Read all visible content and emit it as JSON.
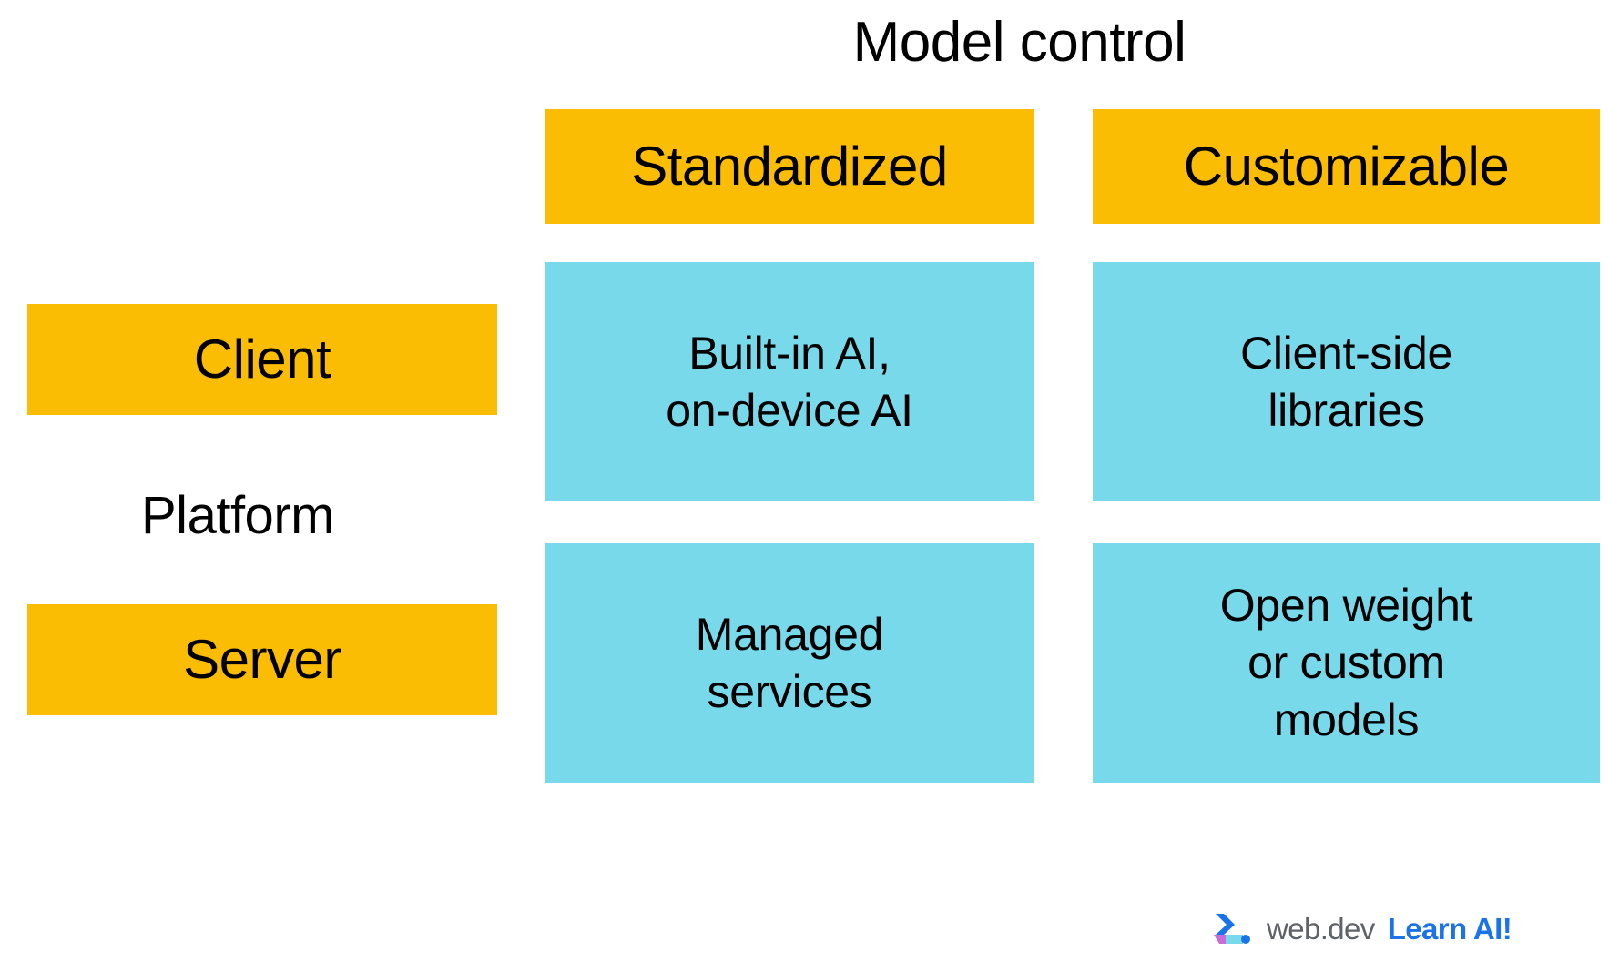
{
  "title": "Model control",
  "axis": {
    "row_axis_label": "Platform",
    "column_axis_label": "Model control"
  },
  "colors": {
    "header_yellow": "#FBBC04",
    "cell_cyan": "#78D9EA",
    "text_black": "#000000",
    "brand_gray": "#5F6368",
    "brand_blue": "#1A73E8",
    "logo_blue": "#1A73E8",
    "logo_purple": "#C86DD7",
    "logo_light_blue": "#78D9EA",
    "background": "#FFFFFF"
  },
  "columns": [
    {
      "label": "Standardized"
    },
    {
      "label": "Customizable"
    }
  ],
  "rows": [
    {
      "label": "Client"
    },
    {
      "label": "Server"
    }
  ],
  "matrix": [
    [
      {
        "lines": [
          "Built-in AI,",
          "on-device AI"
        ],
        "text": "Built-in AI, on-device AI"
      },
      {
        "lines": [
          "Client-side",
          "libraries"
        ],
        "text": "Client-side libraries"
      }
    ],
    [
      {
        "lines": [
          "Managed",
          "services"
        ],
        "text": "Managed services"
      },
      {
        "lines": [
          "Open weight",
          "or custom",
          "models"
        ],
        "text": "Open weight or custom models"
      }
    ]
  ],
  "brand": {
    "mark_icon": "webdev-logo-icon",
    "wordmark": "web.dev",
    "tagline": "Learn AI!"
  }
}
